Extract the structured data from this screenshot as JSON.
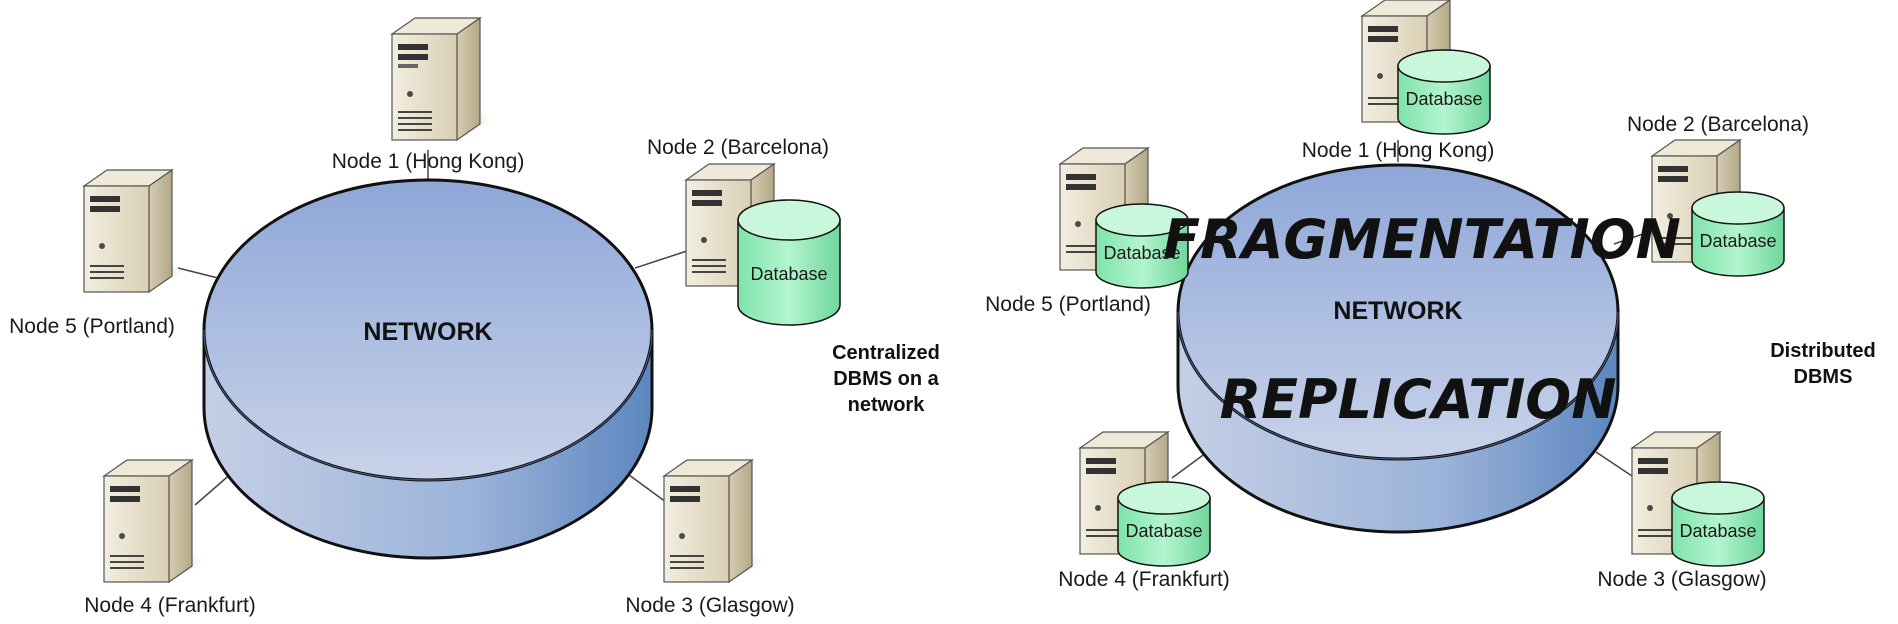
{
  "colors": {
    "network_top_light": "#c9d3ea",
    "network_top_dark": "#8ea7d8",
    "network_side_light": "#c5cfe6",
    "network_side_dark": "#5d86c0",
    "database_fill": "#9fefc1",
    "database_top": "#c8f7dc",
    "server_body": "#e6dcc4",
    "outline": "#111111"
  },
  "centralized": {
    "network_label": "NETWORK",
    "caption": [
      "Centralized",
      "DBMS on a",
      "network"
    ],
    "nodes": [
      {
        "label": "Node 1 (Hong Kong)",
        "has_database": false
      },
      {
        "label": "Node 2 (Barcelona)",
        "has_database": true,
        "database_label": "Database"
      },
      {
        "label": "Node 3 (Glasgow)",
        "has_database": false
      },
      {
        "label": "Node 4 (Frankfurt)",
        "has_database": false
      },
      {
        "label": "Node 5 (Portland)",
        "has_database": false
      }
    ]
  },
  "distributed": {
    "network_label": "NETWORK",
    "caption": [
      "Distributed",
      "DBMS"
    ],
    "overlay_top": "FRAGMENTATION",
    "overlay_bottom": "REPLICATION",
    "nodes": [
      {
        "label": "Node 1 (Hong Kong)",
        "has_database": true,
        "database_label": "Database"
      },
      {
        "label": "Node 2 (Barcelona)",
        "has_database": true,
        "database_label": "Database"
      },
      {
        "label": "Node 3 (Glasgow)",
        "has_database": true,
        "database_label": "Database"
      },
      {
        "label": "Node 4 (Frankfurt)",
        "has_database": true,
        "database_label": "Database"
      },
      {
        "label": "Node 5 (Portland)",
        "has_database": true,
        "database_label": "Database"
      }
    ]
  }
}
